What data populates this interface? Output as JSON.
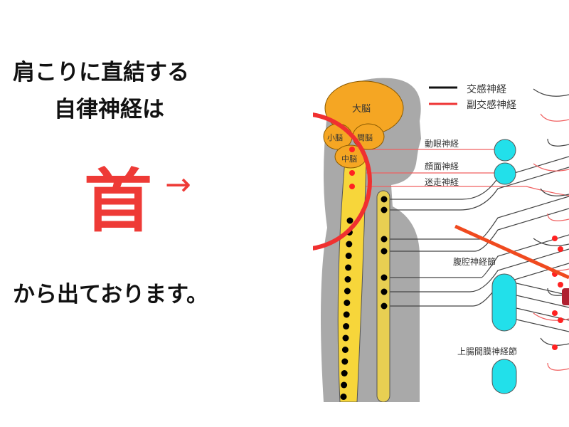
{
  "slide": {
    "line1": "肩こりに直結する",
    "line2": "自律神経は",
    "highlight": "首",
    "arrow": "→",
    "line4": "から出ております。"
  },
  "diagram": {
    "legend": {
      "sympathetic": "交感神経",
      "parasympathetic": "副交感神経"
    },
    "brain": {
      "cerebrum": "大脳",
      "cerebellum": "小脳",
      "diencephalon": "間脳",
      "midbrain": "中脳"
    },
    "nerves": {
      "oculomotor": "動眼神経",
      "facial": "顔面神経",
      "vagus": "迷走神経"
    },
    "ganglia": {
      "celiac": "腹腔神経節",
      "superior_mesenteric": "上腸間膜神経節"
    },
    "colors": {
      "accent": "#ee3a36",
      "brain": "#f5a623",
      "spine": "#f7d63a",
      "ganglion": "#22e0ea",
      "silhouette": "#a9a9a9"
    }
  }
}
